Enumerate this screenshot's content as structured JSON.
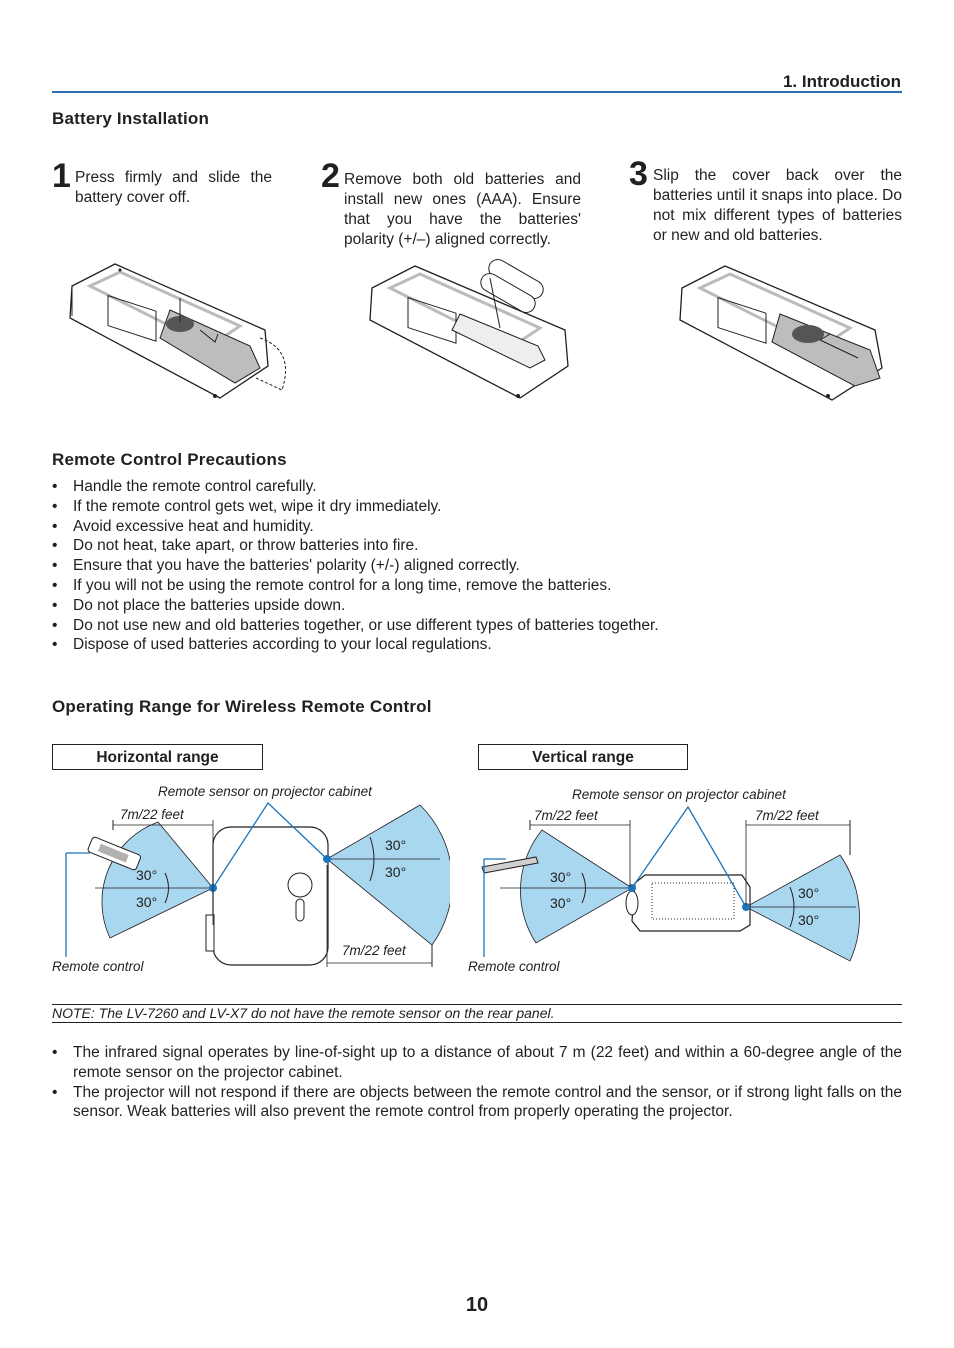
{
  "header": {
    "section": "1. Introduction"
  },
  "battery": {
    "title": "Battery Installation",
    "steps": [
      {
        "num": "1",
        "text": "Press firmly and slide the battery cover off."
      },
      {
        "num": "2",
        "text": "Remove both old batteries and install new ones (AAA). Ensure that you have the batteries' polarity (+/–) aligned correctly."
      },
      {
        "num": "3",
        "text": "Slip the cover back over the batteries until it snaps into place. Do not mix different types of batteries or new and old batteries."
      }
    ]
  },
  "precautions": {
    "title": "Remote Control Precautions",
    "bullet": "•",
    "items": [
      "Handle the remote control carefully.",
      "If the remote control gets wet, wipe it dry immediately.",
      "Avoid excessive heat and humidity.",
      "Do not heat, take apart, or throw batteries into fire.",
      "Ensure that you have the batteries' polarity (+/-) aligned correctly.",
      "If you will not be using the remote control for a long time, remove the batteries.",
      "Do not place the batteries upside down.",
      "Do not use new and old batteries together, or use different types of batteries together.",
      "Dispose of used batteries according to your local regulations."
    ]
  },
  "range": {
    "title": "Operating Range for Wireless Remote Control",
    "horizontal": {
      "label": "Horizontal range",
      "sensor": "Remote sensor on projector cabinet",
      "dist_left": "7m/22 feet",
      "dist_right": "7m/22 feet",
      "angle_a": "30°",
      "angle_b": "30°",
      "angle_c": "30°",
      "angle_d": "30°",
      "remote": "Remote control"
    },
    "vertical": {
      "label": "Vertical range",
      "sensor": "Remote sensor on projector cabinet",
      "dist_left": "7m/22 feet",
      "dist_right": "7m/22 feet",
      "angle_a": "30°",
      "angle_b": "30°",
      "angle_c": "30°",
      "angle_d": "30°",
      "remote": "Remote control"
    }
  },
  "note": "NOTE: The LV-7260 and LV-X7 do not have the remote sensor on the rear panel.",
  "info": [
    "The infrared signal operates by line-of-sight up to a distance of about 7 m (22 feet) and within a 60-degree angle of the remote sensor on the projector cabinet.",
    "The projector will not respond if there are objects between the remote control and the sensor, or if strong light falls on the sensor. Weak batteries will also prevent the remote control from properly operating the projector."
  ],
  "colors": {
    "accent": "#2e6db4",
    "beam": "#a9d7f0",
    "sensor": "#1c75bc"
  },
  "page_number": "10"
}
